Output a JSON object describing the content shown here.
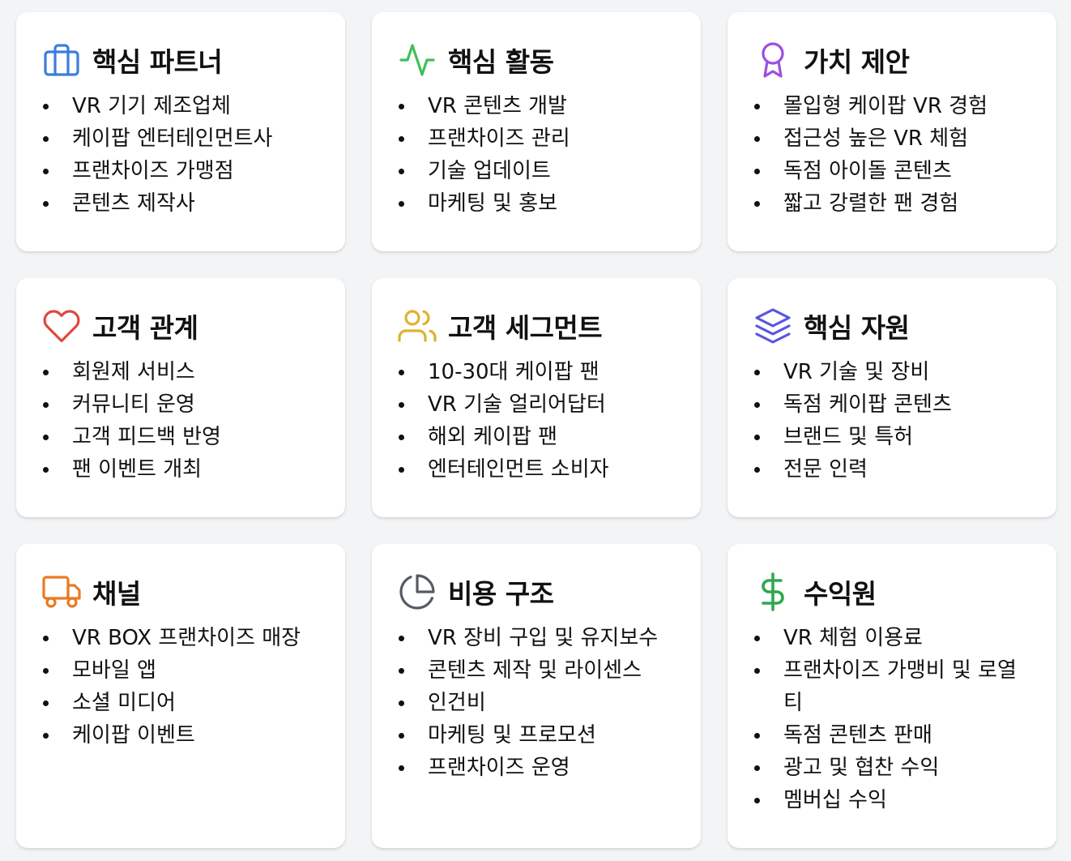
{
  "cards": [
    {
      "title": "핵심 파트너",
      "icon": "briefcase-icon",
      "color": "#3b7ddd",
      "items": [
        "VR 기기 제조업체",
        "케이팝 엔터테인먼트사",
        "프랜차이즈 가맹점",
        "콘텐츠 제작사"
      ]
    },
    {
      "title": "핵심 활동",
      "icon": "activity-icon",
      "color": "#3fbf57",
      "items": [
        "VR 콘텐츠 개발",
        "프랜차이즈 관리",
        "기술 업데이트",
        "마케팅 및 홍보"
      ]
    },
    {
      "title": "가치 제안",
      "icon": "award-icon",
      "color": "#9b4fe0",
      "items": [
        "몰입형 케이팝 VR 경험",
        "접근성 높은 VR 체험",
        "독점 아이돌 콘텐츠",
        "짧고 강렬한 팬 경험"
      ]
    },
    {
      "title": "고객 관계",
      "icon": "heart-icon",
      "color": "#e0483f",
      "items": [
        "회원제 서비스",
        "커뮤니티 운영",
        "고객 피드백 반영",
        "팬 이벤트 개최"
      ]
    },
    {
      "title": "고객 세그먼트",
      "icon": "users-icon",
      "color": "#e0b12f",
      "items": [
        "10-30대 케이팝 팬",
        "VR 기술 얼리어답터",
        "해외 케이팝 팬",
        "엔터테인먼트 소비자"
      ]
    },
    {
      "title": "핵심 자원",
      "icon": "layers-icon",
      "color": "#5a55e0",
      "items": [
        "VR 기술 및 장비",
        "독점 케이팝 콘텐츠",
        "브랜드 및 특허",
        "전문 인력"
      ]
    },
    {
      "title": "채널",
      "icon": "truck-icon",
      "color": "#ea7a22",
      "items": [
        "VR BOX 프랜차이즈 매장",
        "모바일 앱",
        "소셜 미디어",
        "케이팝 이벤트"
      ]
    },
    {
      "title": "비용 구조",
      "icon": "pie-chart-icon",
      "color": "#555b66",
      "items": [
        "VR 장비 구입 및 유지보수",
        "콘텐츠 제작 및 라이센스",
        "인건비",
        "마케팅 및 프로모션",
        "프랜차이즈 운영"
      ]
    },
    {
      "title": "수익원",
      "icon": "dollar-sign-icon",
      "color": "#2fa84f",
      "items": [
        "VR 체험 이용료",
        "프랜차이즈 가맹비 및 로열티",
        "독점 콘텐츠 판매",
        "광고 및 협찬 수익",
        "멤버십 수익"
      ]
    }
  ]
}
